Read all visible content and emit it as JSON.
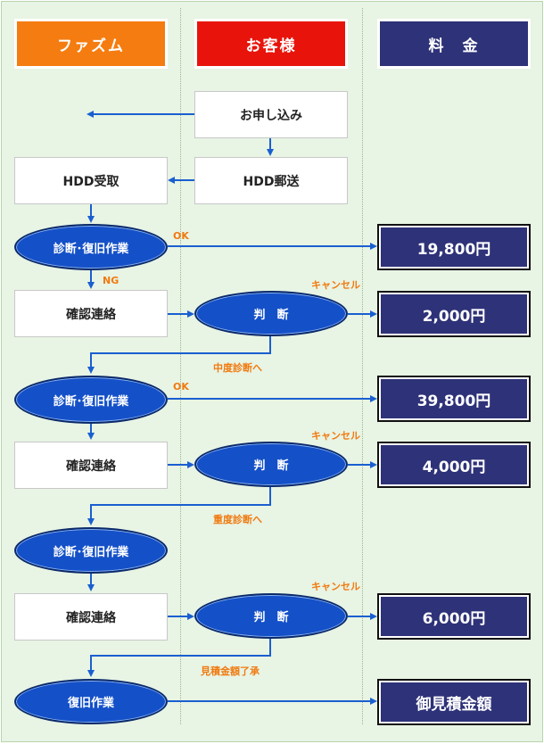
{
  "headers": {
    "fazum": "ファズム",
    "customer": "お客様",
    "fee": "料　金"
  },
  "flow": {
    "apply": "お申し込み",
    "hdd_receive": "HDD受取",
    "hdd_send": "HDD郵送",
    "diag1": "診断･復旧作業",
    "ok1": "OK",
    "price1": "19,800円",
    "ng": "NG",
    "confirm1": "確認連絡",
    "judge1": "判　断",
    "cancel1": "キャンセル",
    "price2": "2,000円",
    "mid_diag": "中度診断へ",
    "diag2": "診断･復旧作業",
    "ok2": "OK",
    "price3": "39,800円",
    "confirm2": "確認連絡",
    "judge2": "判　断",
    "cancel2": "キャンセル",
    "price4": "4,000円",
    "heavy_diag": "重度診断へ",
    "diag3": "診断･復旧作業",
    "confirm3": "確認連絡",
    "judge3": "判　断",
    "cancel3": "キャンセル",
    "price5": "6,000円",
    "estimate_ok": "見積金額了承",
    "repair": "復旧作業",
    "estimate_price": "御見積金額"
  },
  "colors": {
    "fazum": "#f57c10",
    "customer": "#e8140b",
    "fee": "#2e3278",
    "oval": "#1450c8",
    "arrow": "#1a5fd0",
    "label": "#f07a10"
  }
}
